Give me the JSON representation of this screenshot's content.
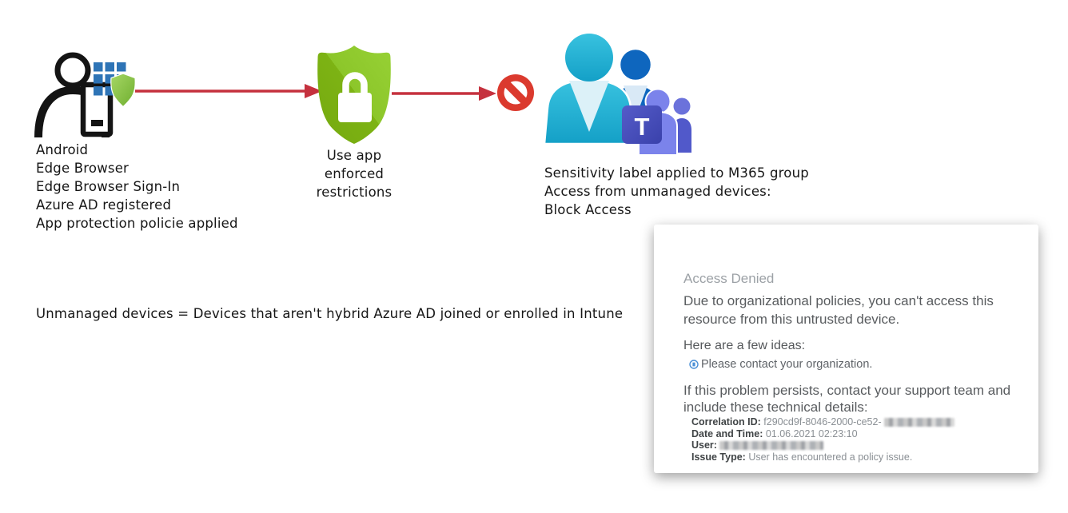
{
  "diagram": {
    "device": {
      "lines": [
        "Android",
        "Edge Browser",
        "Edge Browser Sign-In",
        "Azure AD registered",
        "App protection policie applied"
      ]
    },
    "policy": {
      "lines": [
        "Use app",
        "enforced",
        "restrictions"
      ]
    },
    "group": {
      "lines": [
        "Sensitivity label applied to M365 group",
        "Access from unmanaged devices:",
        "Block Access"
      ]
    },
    "note": "Unmanaged devices = Devices that aren't hybrid Azure AD joined or enrolled in Intune",
    "teams_letter": "T",
    "colors": {
      "arrow_red": "#C5313E",
      "block_red": "#DB3A2E",
      "shield_green": "#7FB512",
      "shield_green_light": "#8FC92B",
      "app_grid_blue": "#2E74B6",
      "person_cyan": "#2AB6D8",
      "person_blue": "#0E66BE",
      "teams_purple": "#4B53BC",
      "teams_purple_light": "#7B83EB"
    }
  },
  "dialog": {
    "title": "Access Denied",
    "message": "Due to organizational policies, you can't access this resource from this untrusted device.",
    "ideas_heading": "Here are a few ideas:",
    "idea": "Please contact your organization.",
    "support_text": "If this problem persists, contact your support team and include these technical details:",
    "details": [
      {
        "label": "Correlation ID:",
        "value": " f290cd9f-8046-2000-ce52-",
        "redacted": true
      },
      {
        "label": "Date and Time:",
        "value": " 01.06.2021 02:23:10",
        "redacted": false
      },
      {
        "label": "User:",
        "value": "",
        "redacted": true
      },
      {
        "label": "Issue Type:",
        "value": " User has encountered a policy issue.",
        "redacted": false
      }
    ]
  }
}
